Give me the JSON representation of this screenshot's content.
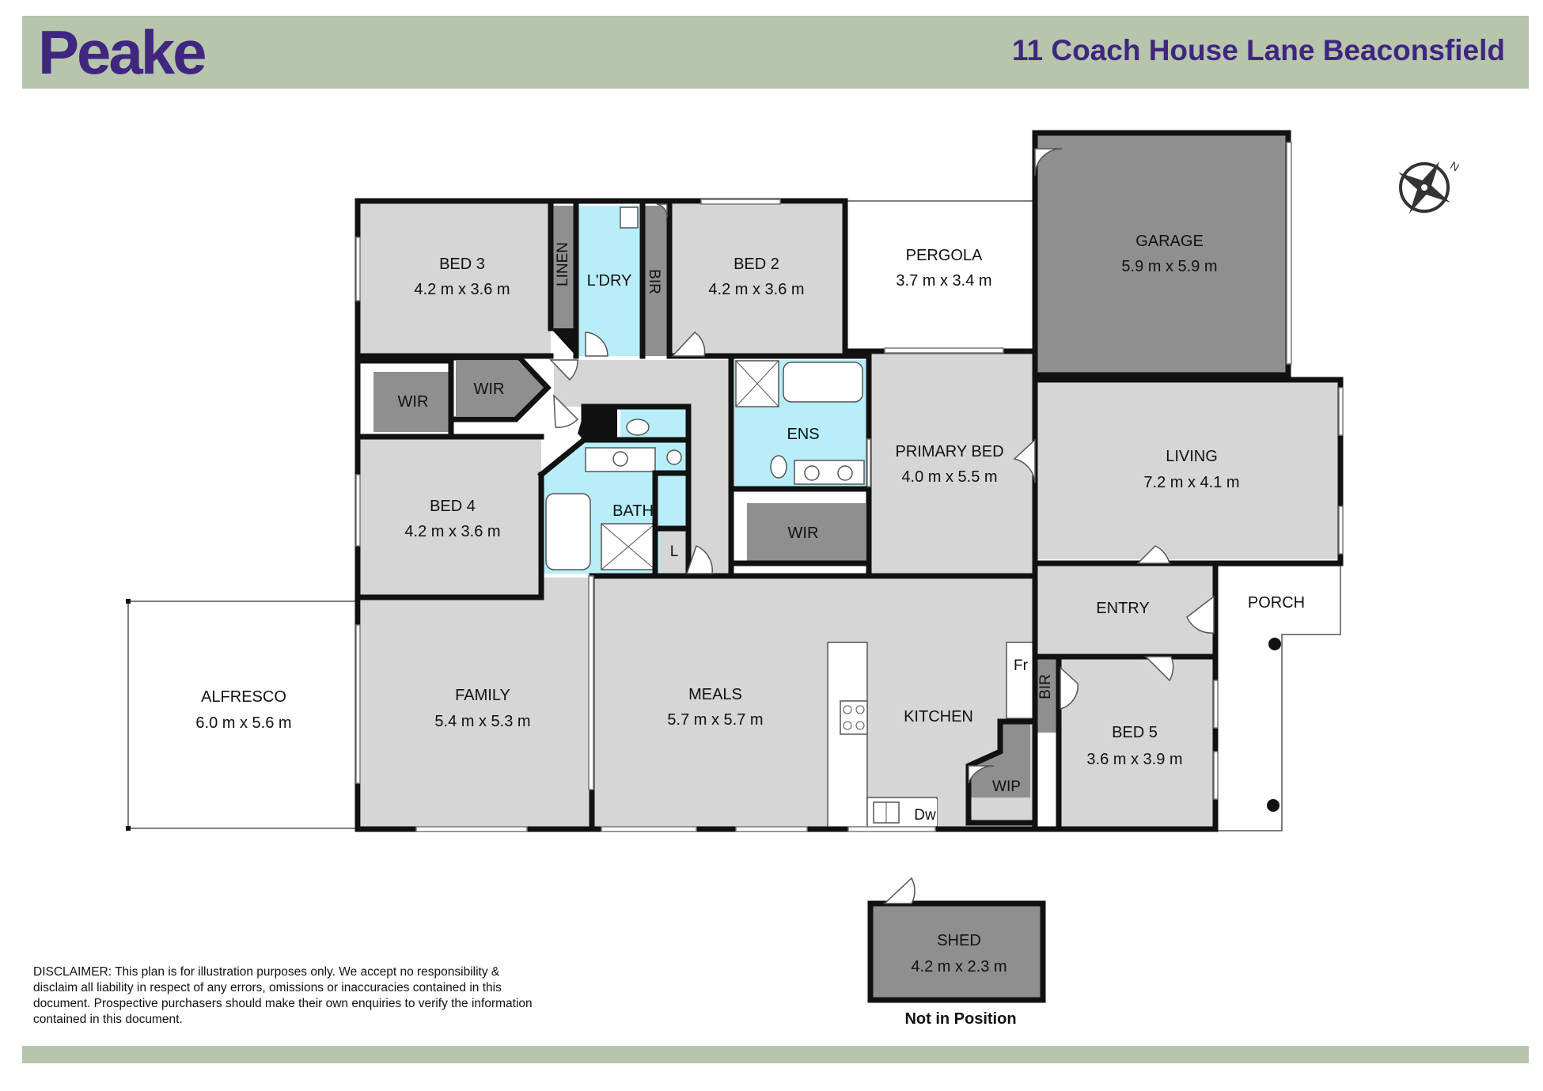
{
  "header": {
    "brand": "Peake",
    "address": "11 Coach House Lane Beaconsfield"
  },
  "colors": {
    "band": "#b7c5ac",
    "brand": "#3f2680",
    "room": "#d6d6d6",
    "robe": "#8f8f8f",
    "wet": "#b8eefa",
    "wall": "#111111"
  },
  "rooms": {
    "bed3": {
      "name": "BED 3",
      "dims": "4.2 m x 3.6 m"
    },
    "linen": {
      "name": "LINEN"
    },
    "laundry": {
      "name": "L'DRY"
    },
    "bir_bed2": {
      "name": "BIR"
    },
    "bed2": {
      "name": "BED 2",
      "dims": "4.2 m x 3.6 m"
    },
    "pergola": {
      "name": "PERGOLA",
      "dims": "3.7 m x 3.4 m"
    },
    "garage": {
      "name": "GARAGE",
      "dims": "5.9 m x 5.9 m"
    },
    "wir_bed3": {
      "name": "WIR"
    },
    "wir_bed4": {
      "name": "WIR"
    },
    "bed4": {
      "name": "BED 4",
      "dims": "4.2 m x 3.6 m"
    },
    "bath": {
      "name": "BATH"
    },
    "linen_small": {
      "name": "L"
    },
    "ens": {
      "name": "ENS"
    },
    "wir_primary": {
      "name": "WIR"
    },
    "primary_bed": {
      "name": "PRIMARY BED",
      "dims": "4.0 m x 5.5 m"
    },
    "living": {
      "name": "LIVING",
      "dims": "7.2 m x 4.1 m"
    },
    "entry": {
      "name": "ENTRY"
    },
    "porch": {
      "name": "PORCH"
    },
    "alfresco": {
      "name": "ALFRESCO",
      "dims": "6.0 m x 5.6 m"
    },
    "family": {
      "name": "FAMILY",
      "dims": "5.4 m x 5.3 m"
    },
    "meals": {
      "name": "MEALS",
      "dims": "5.7 m x 5.7 m"
    },
    "kitchen": {
      "name": "KITCHEN"
    },
    "fridge": {
      "name": "Fr"
    },
    "bir_bed5": {
      "name": "BIR"
    },
    "bed5": {
      "name": "BED 5",
      "dims": "3.6 m x 3.9 m"
    },
    "wip": {
      "name": "WIP"
    },
    "dishwasher": {
      "name": "Dw"
    },
    "shed": {
      "name": "SHED",
      "dims": "4.2 m x 2.3 m"
    }
  },
  "shed_note": "Not in Position",
  "compass": {
    "label": "N"
  },
  "disclaimer": "DISCLAIMER: This plan is for illustration purposes only. We accept no responsibility & disclaim all liability in respect of any errors, omissions or inaccuracies contained in this document. Prospective purchasers should make their own enquiries to verify the information contained in this document."
}
